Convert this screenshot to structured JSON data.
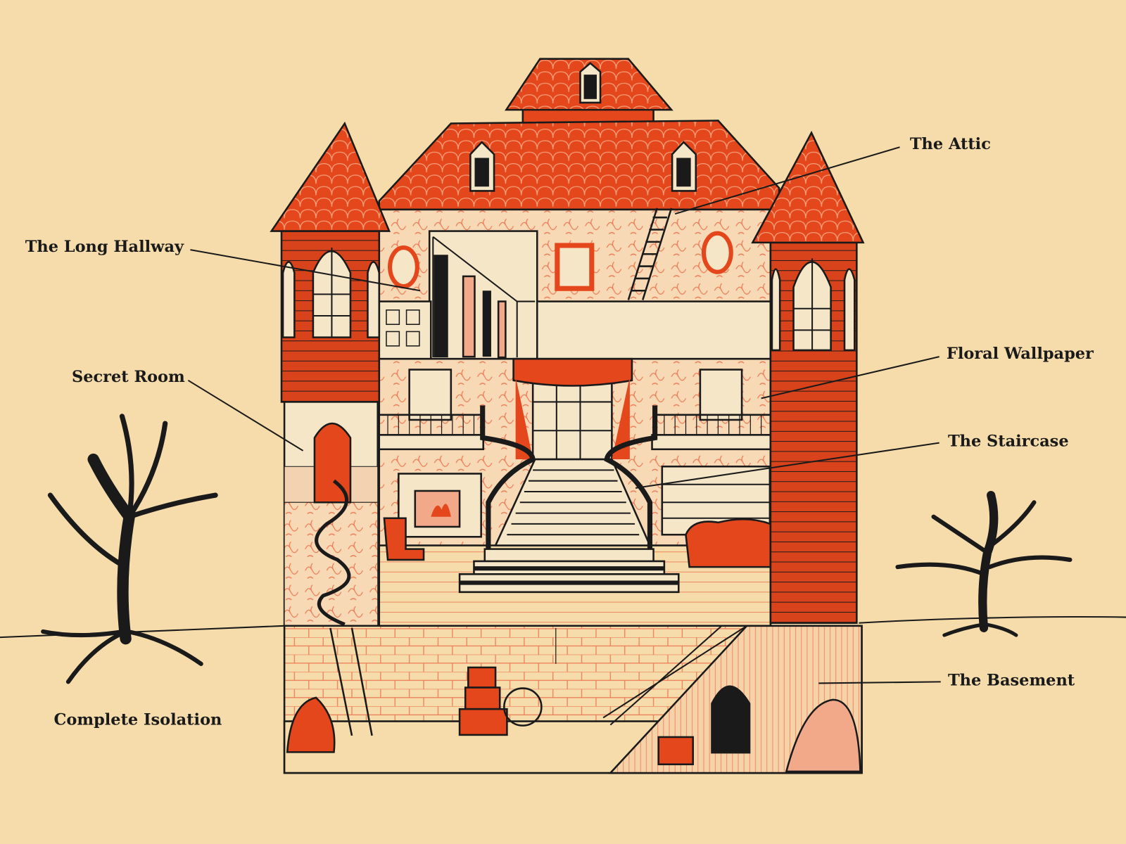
{
  "colors": {
    "background": "#f5dcaa",
    "accent": "#e5471c",
    "ink": "#1a1a1a",
    "light_accent": "#f2a98a"
  },
  "labels": {
    "attic": "The Attic",
    "long_hallway": "The Long Hallway",
    "floral_wallpaper": "Floral Wallpaper",
    "secret_room": "Secret Room",
    "staircase": "The Staircase",
    "basement": "The Basement",
    "isolation": "Complete Isolation"
  }
}
